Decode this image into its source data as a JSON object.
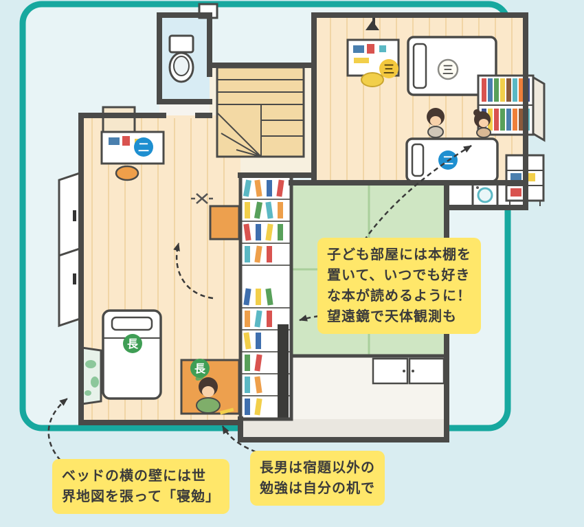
{
  "colors": {
    "page_bg": "#d9edf1",
    "frame_fill": "#e8f4f6",
    "frame_border": "#17a89f",
    "callout_bg": "#ffe76a",
    "wall": "#4a4a48",
    "wood_floor": "#fbe8ca",
    "tatami": "#cfe6c3"
  },
  "badges": [
    {
      "label": "二",
      "fill": "#1e8fd0",
      "text_color": "#ffffff"
    },
    {
      "label": "三",
      "fill": "#f3c83e",
      "text_color": "#4a3a10"
    },
    {
      "label": "三",
      "fill": "#fffdf4",
      "text_color": "#4a4a48"
    },
    {
      "label": "二",
      "fill": "#1e8fd0",
      "text_color": "#ffffff"
    },
    {
      "label": "長",
      "fill": "#3f9e55",
      "text_color": "#ffffff"
    },
    {
      "label": "長",
      "fill": "#3f9e55",
      "text_color": "#ffffff"
    }
  ],
  "callouts": {
    "bookshelf": {
      "text": "子ども部屋には本棚を\n置いて、いつでも好き\nな本が読めるように！\n望遠鏡で天体観測も"
    },
    "map": {
      "text": "ベッドの横の壁には世\n界地図を張って「寝勉」"
    },
    "desk": {
      "text": "長男は宿題以外の\n勉強は自分の机で"
    }
  }
}
